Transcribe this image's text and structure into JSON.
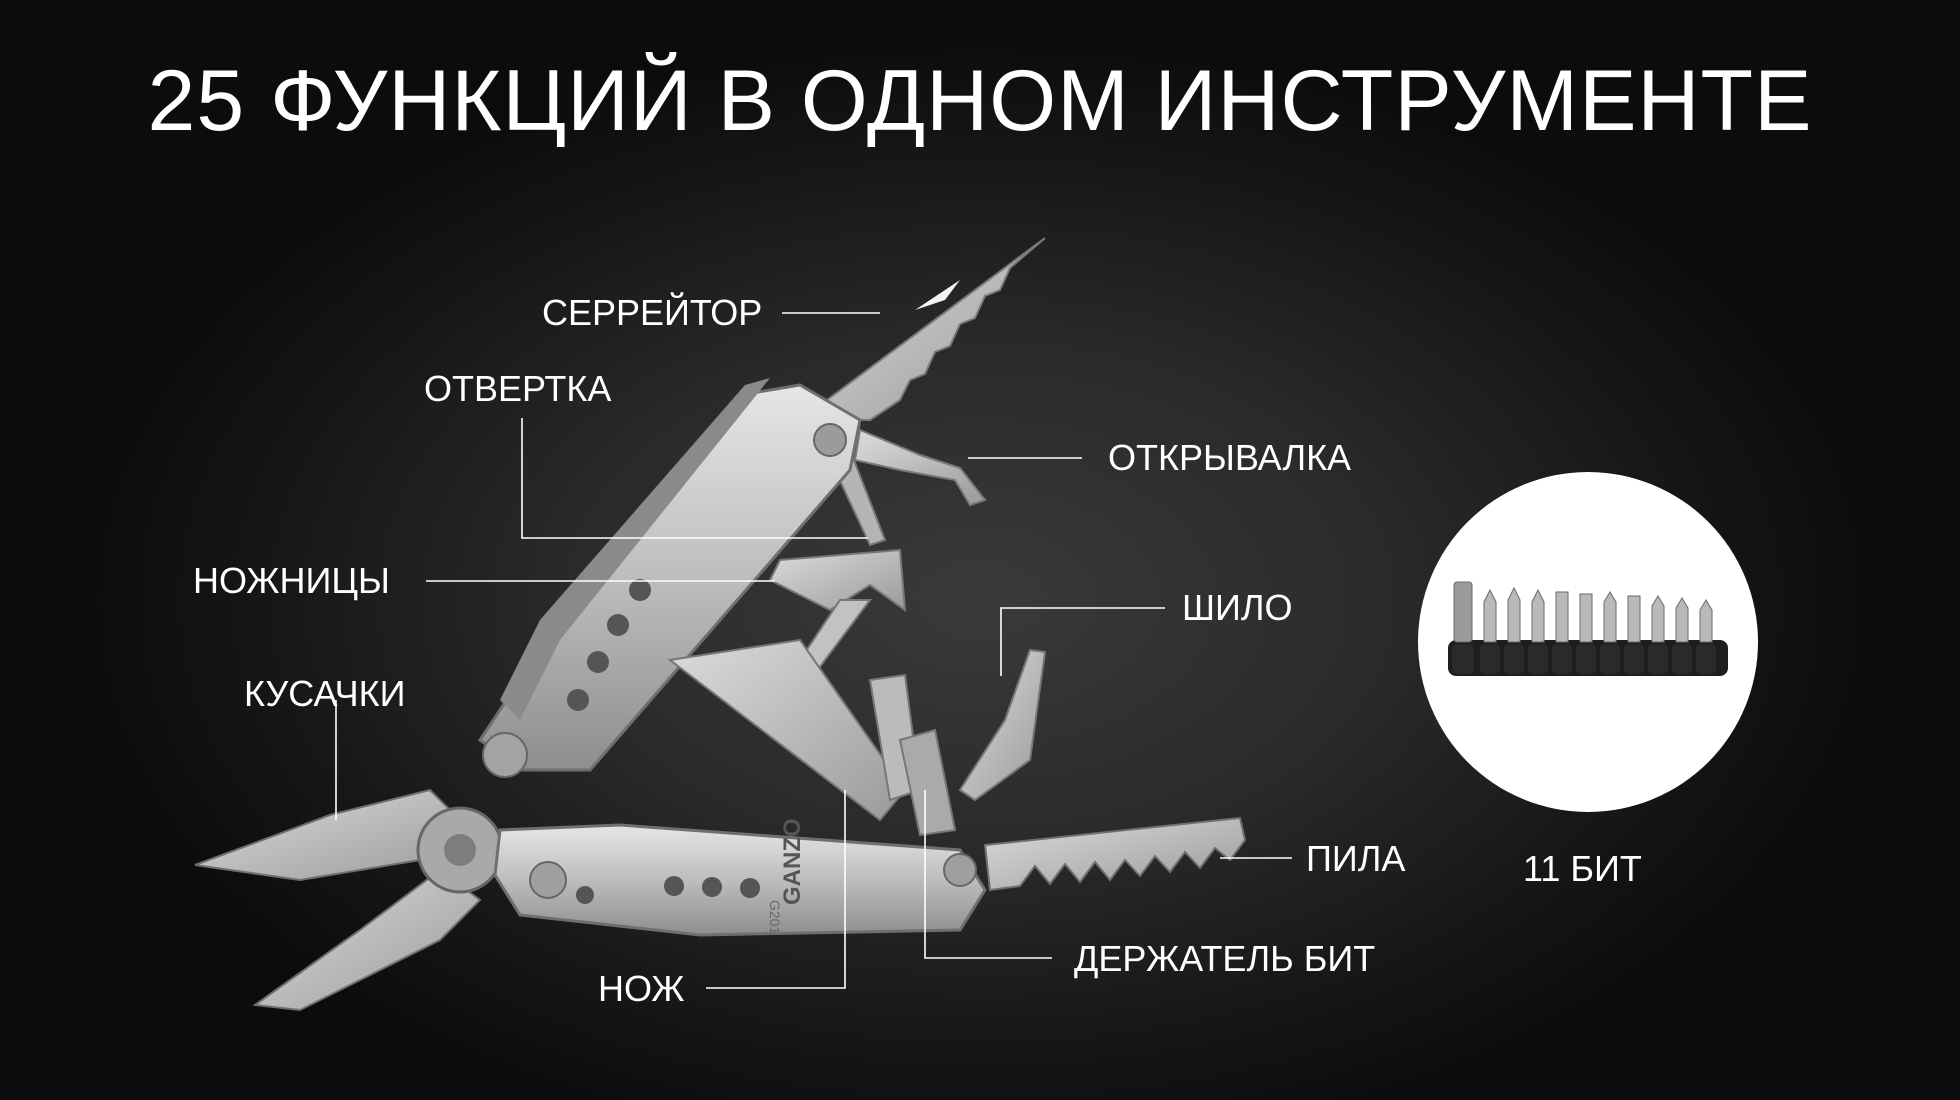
{
  "title": "25 ФУНКЦИЙ В ОДНОМ ИНСТРУМЕНТЕ",
  "callouts": {
    "serrator": "СЕРРЕЙТОР",
    "screwdriver": "ОТВЕРТКА",
    "opener": "ОТКРЫВАЛКА",
    "scissors": "НОЖНИЦЫ",
    "awl": "ШИЛО",
    "pliers": "КУСАЧКИ",
    "saw": "ПИЛА",
    "bit_holder": "ДЕРЖАТЕЛЬ БИТ",
    "knife": "НОЖ"
  },
  "brand": "GANZO",
  "model": "G201",
  "bits": {
    "label": "11 БИТ",
    "count": 11
  },
  "colors": {
    "background": "#1c1c1c",
    "text": "#ffffff",
    "steel": "#c9c9c9",
    "bit_handle": "#1e1e1e"
  }
}
